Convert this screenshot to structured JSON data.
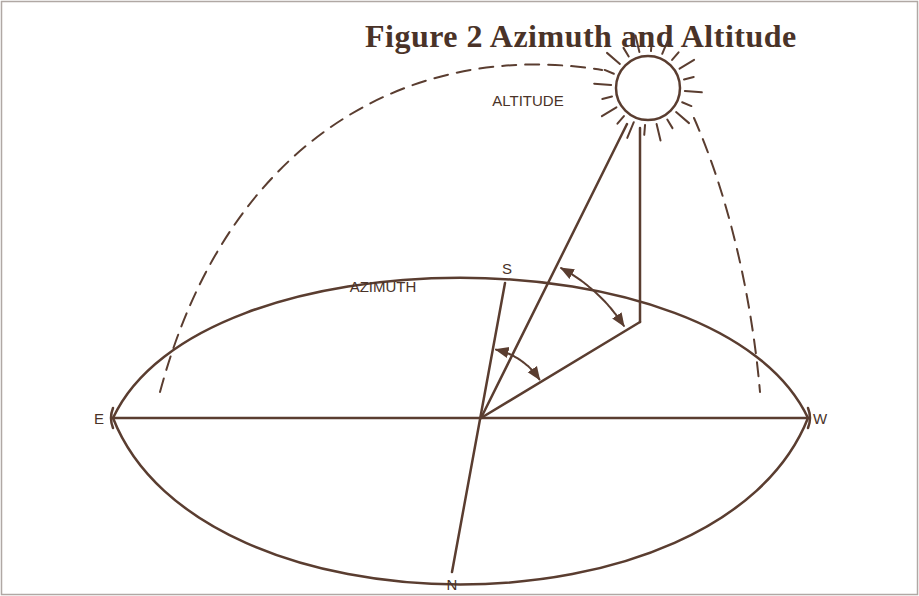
{
  "diagram": {
    "title": "Figure 2 Azimuth and Altitude",
    "labels": [
      "ALTITUDE",
      "AZIMUTH",
      "S",
      "E",
      "W",
      "N"
    ]
  }
}
